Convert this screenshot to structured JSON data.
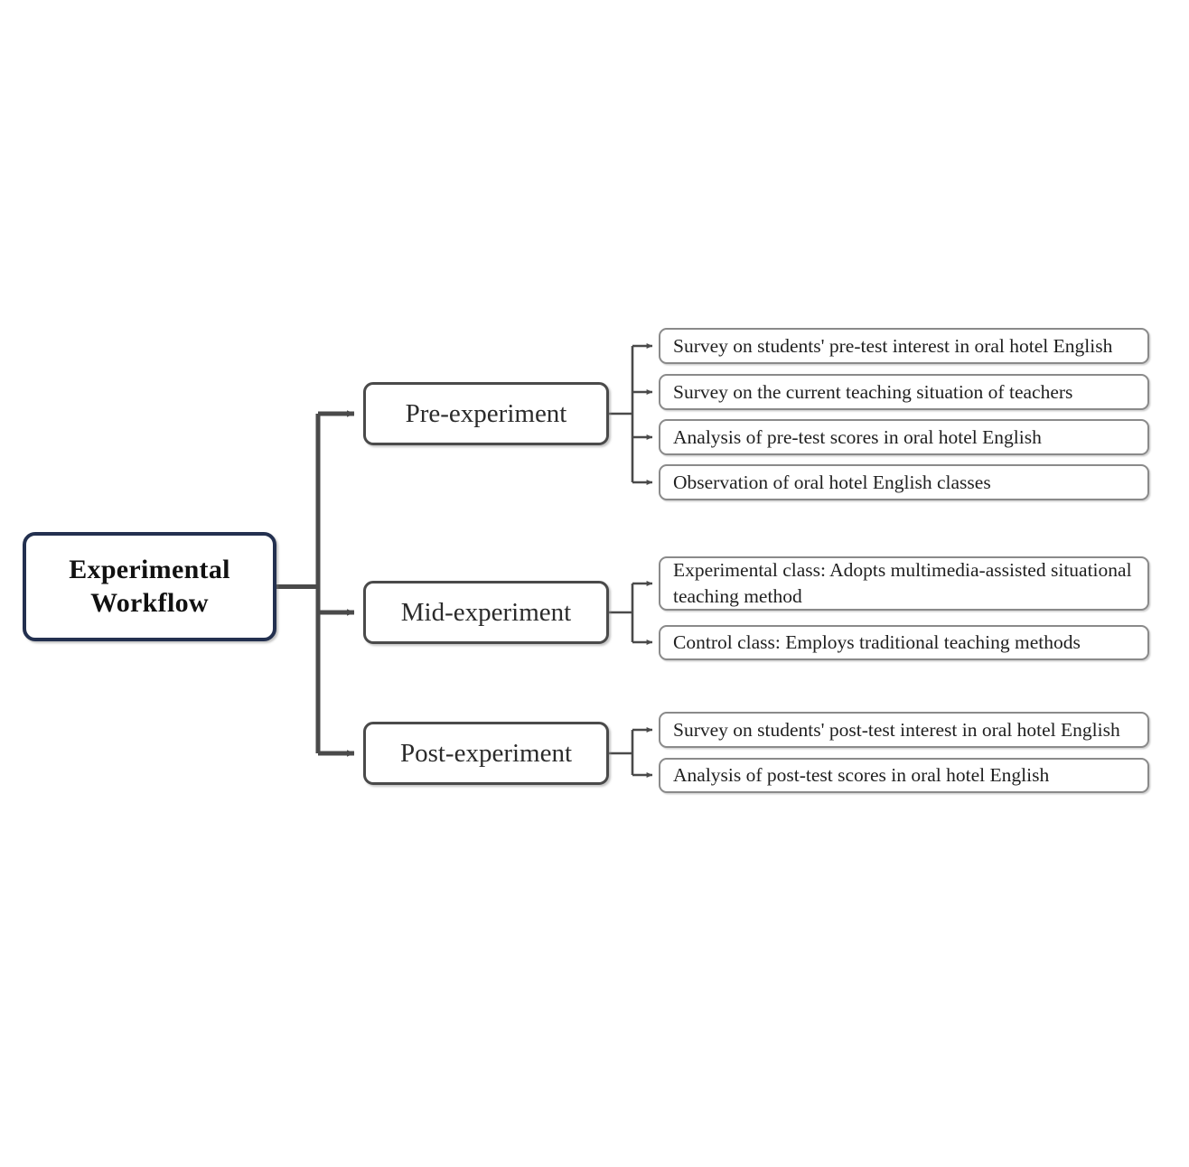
{
  "diagram": {
    "title": "Experimental Workflow",
    "root": {
      "label": "Experimental Workflow",
      "line1": "Experimental",
      "line2": "Workflow",
      "border_color": "#23304f"
    },
    "branches": [
      {
        "id": "pre-experiment",
        "label": "Pre-experiment",
        "border_color": "#4a4a4a",
        "items": [
          "Survey on students' pre-test interest in oral hotel English",
          "Survey on the current teaching situation of teachers",
          "Analysis of pre-test scores in oral hotel English",
          "Observation of oral hotel English classes"
        ]
      },
      {
        "id": "mid-experiment",
        "label": "Mid-experiment",
        "border_color": "#4a4a4a",
        "items": [
          "Experimental class: Adopts multimedia-assisted situational teaching method",
          "Control class: Employs traditional teaching methods"
        ]
      },
      {
        "id": "post-experiment",
        "label": "Post-experiment",
        "border_color": "#4a4a4a",
        "items": [
          "Survey on students' post-test interest in oral hotel English",
          "Analysis of post-test scores in oral hotel English"
        ]
      }
    ],
    "leaf_border_color": "#8a8a8a",
    "connector_color": "#4a4a4a",
    "background_color": "#ffffff"
  }
}
